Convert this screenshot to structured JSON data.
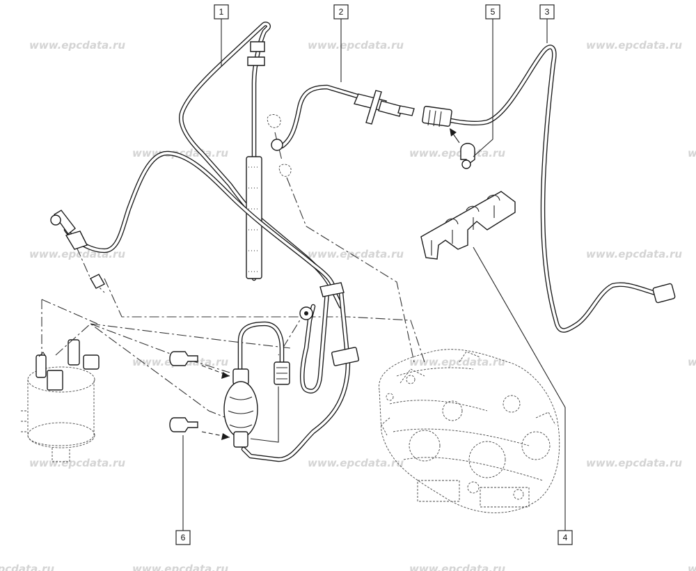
{
  "watermarks": [
    "www.epcdata.ru",
    "www.epcdata.ru",
    "www.epcdata.ru",
    "www.epcdata.ru",
    "www.epcdata.ru",
    "www.epcdata.ru",
    "www.epcdata.ru",
    "www.epcdata.ru",
    "www.epcdata.ru",
    "www.epcdata.ru",
    "www.epcdata.ru",
    "www.epcdata.ru",
    "www.epcdata.ru",
    "www.epcdata.ru",
    "www.epcdata.ru",
    "www.epcdata.ru",
    "www.epcdata.ru",
    "www.epcdata.ru",
    "www.epcdata.ru"
  ],
  "callouts": [
    "1",
    "2",
    "5",
    "3",
    "4",
    "6"
  ]
}
